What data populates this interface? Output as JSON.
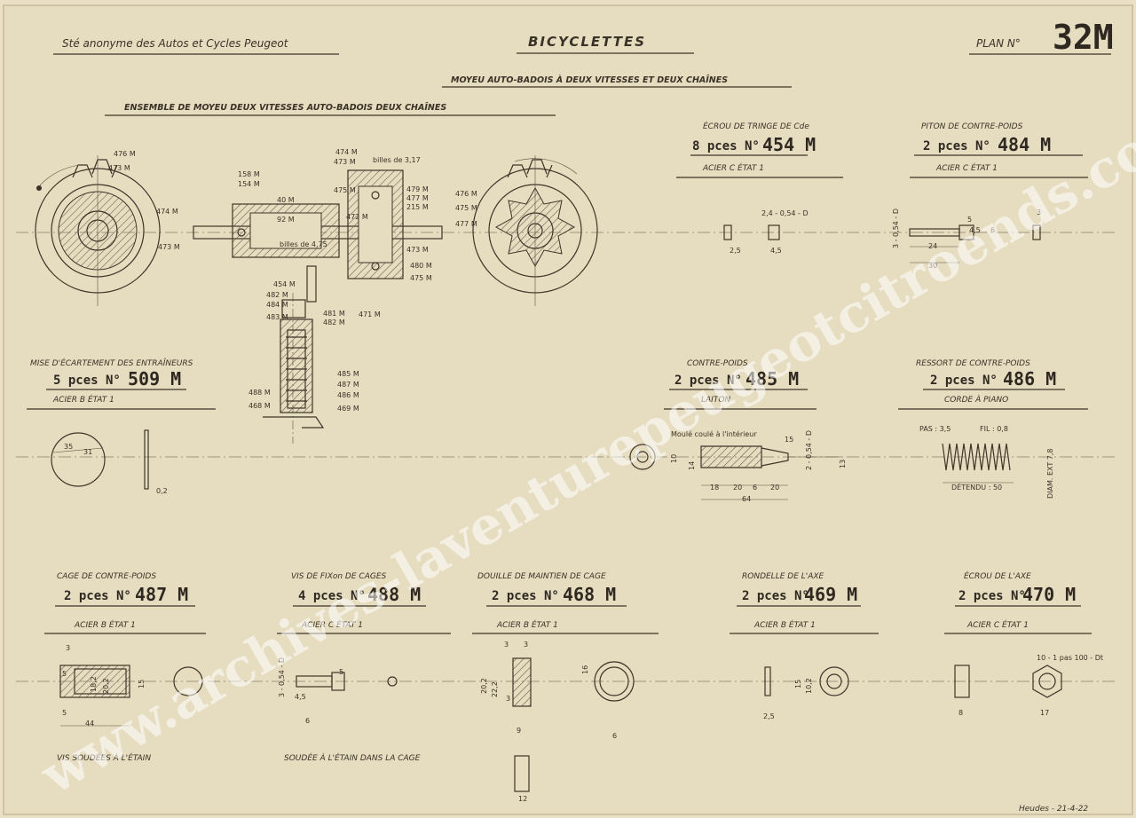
{
  "header": {
    "company": "Sté anonyme des Autos et Cycles Peugeot",
    "title": "BICYCLETTES",
    "subtitle": "MOYEU AUTO-BADOIS À DEUX VITESSES ET DEUX CHAÎNES",
    "plan_label": "PLAN N°",
    "plan_number": "32M"
  },
  "assembly": {
    "title": "ENSEMBLE DE MOYEU DEUX VITESSES AUTO-BADOIS DEUX CHAÎNES",
    "callouts": [
      "476 M",
      "473 M",
      "474 M",
      "473 M",
      "158 M",
      "154 M",
      "474 M",
      "473 M",
      "billes de 3,17",
      "475 M",
      "479 M",
      "477 M",
      "215 M",
      "40 M",
      "92 M",
      "472 M",
      "billes de 4,75",
      "476 M",
      "475 M",
      "477 M",
      "473 M",
      "480 M",
      "475 M",
      "454 M",
      "482 M",
      "484 M",
      "483 M",
      "481 M",
      "482 M",
      "471 M",
      "485 M",
      "487 M",
      "488 M",
      "486 M",
      "468 M",
      "469 M"
    ]
  },
  "parts": [
    {
      "name": "ÉCROU DE TRINGE DE Cde",
      "qty": "8 pces N°",
      "ref": "454 M",
      "material": "ACIER C ÉTAT 1",
      "dims": [
        "2,4 - 0,54 - D",
        "2,5",
        "4,5"
      ]
    },
    {
      "name": "PITON DE CONTRE-POIDS",
      "qty": "2 pces N°",
      "ref": "484 M",
      "material": "ACIER C ÉTAT 1",
      "dims": [
        "3 - 0,54 - D",
        "5",
        "4,5",
        "6",
        "24",
        "30",
        "3"
      ]
    },
    {
      "name": "MISE D'ÉCARTEMENT DES ENTRAÎNEURS",
      "qty": "5 pces N°",
      "ref": "509 M",
      "material": "ACIER B ÉTAT 1",
      "dims": [
        "35",
        "31",
        "0,2"
      ]
    },
    {
      "name": "CONTRE-POIDS",
      "qty": "2 pces N°",
      "ref": "485 M",
      "material": "LAITON",
      "dims": [
        "Moulé coulé à l'intérieur",
        "15",
        "2 - 0,54 - D",
        "10",
        "14",
        "13",
        "18",
        "20",
        "6",
        "20",
        "64"
      ]
    },
    {
      "name": "RESSORT DE CONTRE-POIDS",
      "qty": "2 pces N°",
      "ref": "486 M",
      "material": "CORDE À PIANO",
      "dims": [
        "PAS : 3,5",
        "FIL : 0,8",
        "DÉTENDU : 50",
        "DIAM. EXT 7,8"
      ]
    },
    {
      "name": "CAGE DE CONTRE-POIDS",
      "qty": "2 pces N°",
      "ref": "487 M",
      "material": "ACIER B ÉTAT 1",
      "dims": [
        "3",
        "5",
        "18,2",
        "20,2",
        "15",
        "5",
        "44"
      ],
      "note": "VIS SOUDÉES À L'ÉTAIN"
    },
    {
      "name": "VIS DE FIXon DE CAGES",
      "qty": "4 pces N°",
      "ref": "488 M",
      "material": "ACIER C ÉTAT 1",
      "dims": [
        "3 - 0,54 - D",
        "4,5",
        "5",
        "6"
      ],
      "note": "SOUDÉE À L'ÉTAIN DANS LA CAGE"
    },
    {
      "name": "DOUILLE DE MAINTIEN DE CAGE",
      "qty": "2 pces N°",
      "ref": "468 M",
      "material": "ACIER B ÉTAT 1",
      "dims": [
        "3",
        "3",
        "20,2",
        "22,2",
        "3",
        "9",
        "16",
        "6",
        "12"
      ]
    },
    {
      "name": "RONDELLE DE L'AXE",
      "qty": "2 pces N°",
      "ref": "469 M",
      "material": "ACIER B ÉTAT 1",
      "dims": [
        "15",
        "10,2",
        "2,5"
      ]
    },
    {
      "name": "ÉCROU DE L'AXE",
      "qty": "2 pces N°",
      "ref": "470 M",
      "material": "ACIER C ÉTAT 1",
      "dims": [
        "10 - 1 pas 100 - Dt",
        "8",
        "17"
      ]
    }
  ],
  "signature": "Heudes - 21-4-22",
  "watermark": "www.archives-laventurepeugeotcitroends.com",
  "colors": {
    "paper": "#e9e0c6",
    "ink": "#3a3226",
    "watermark": "#ffffff"
  }
}
